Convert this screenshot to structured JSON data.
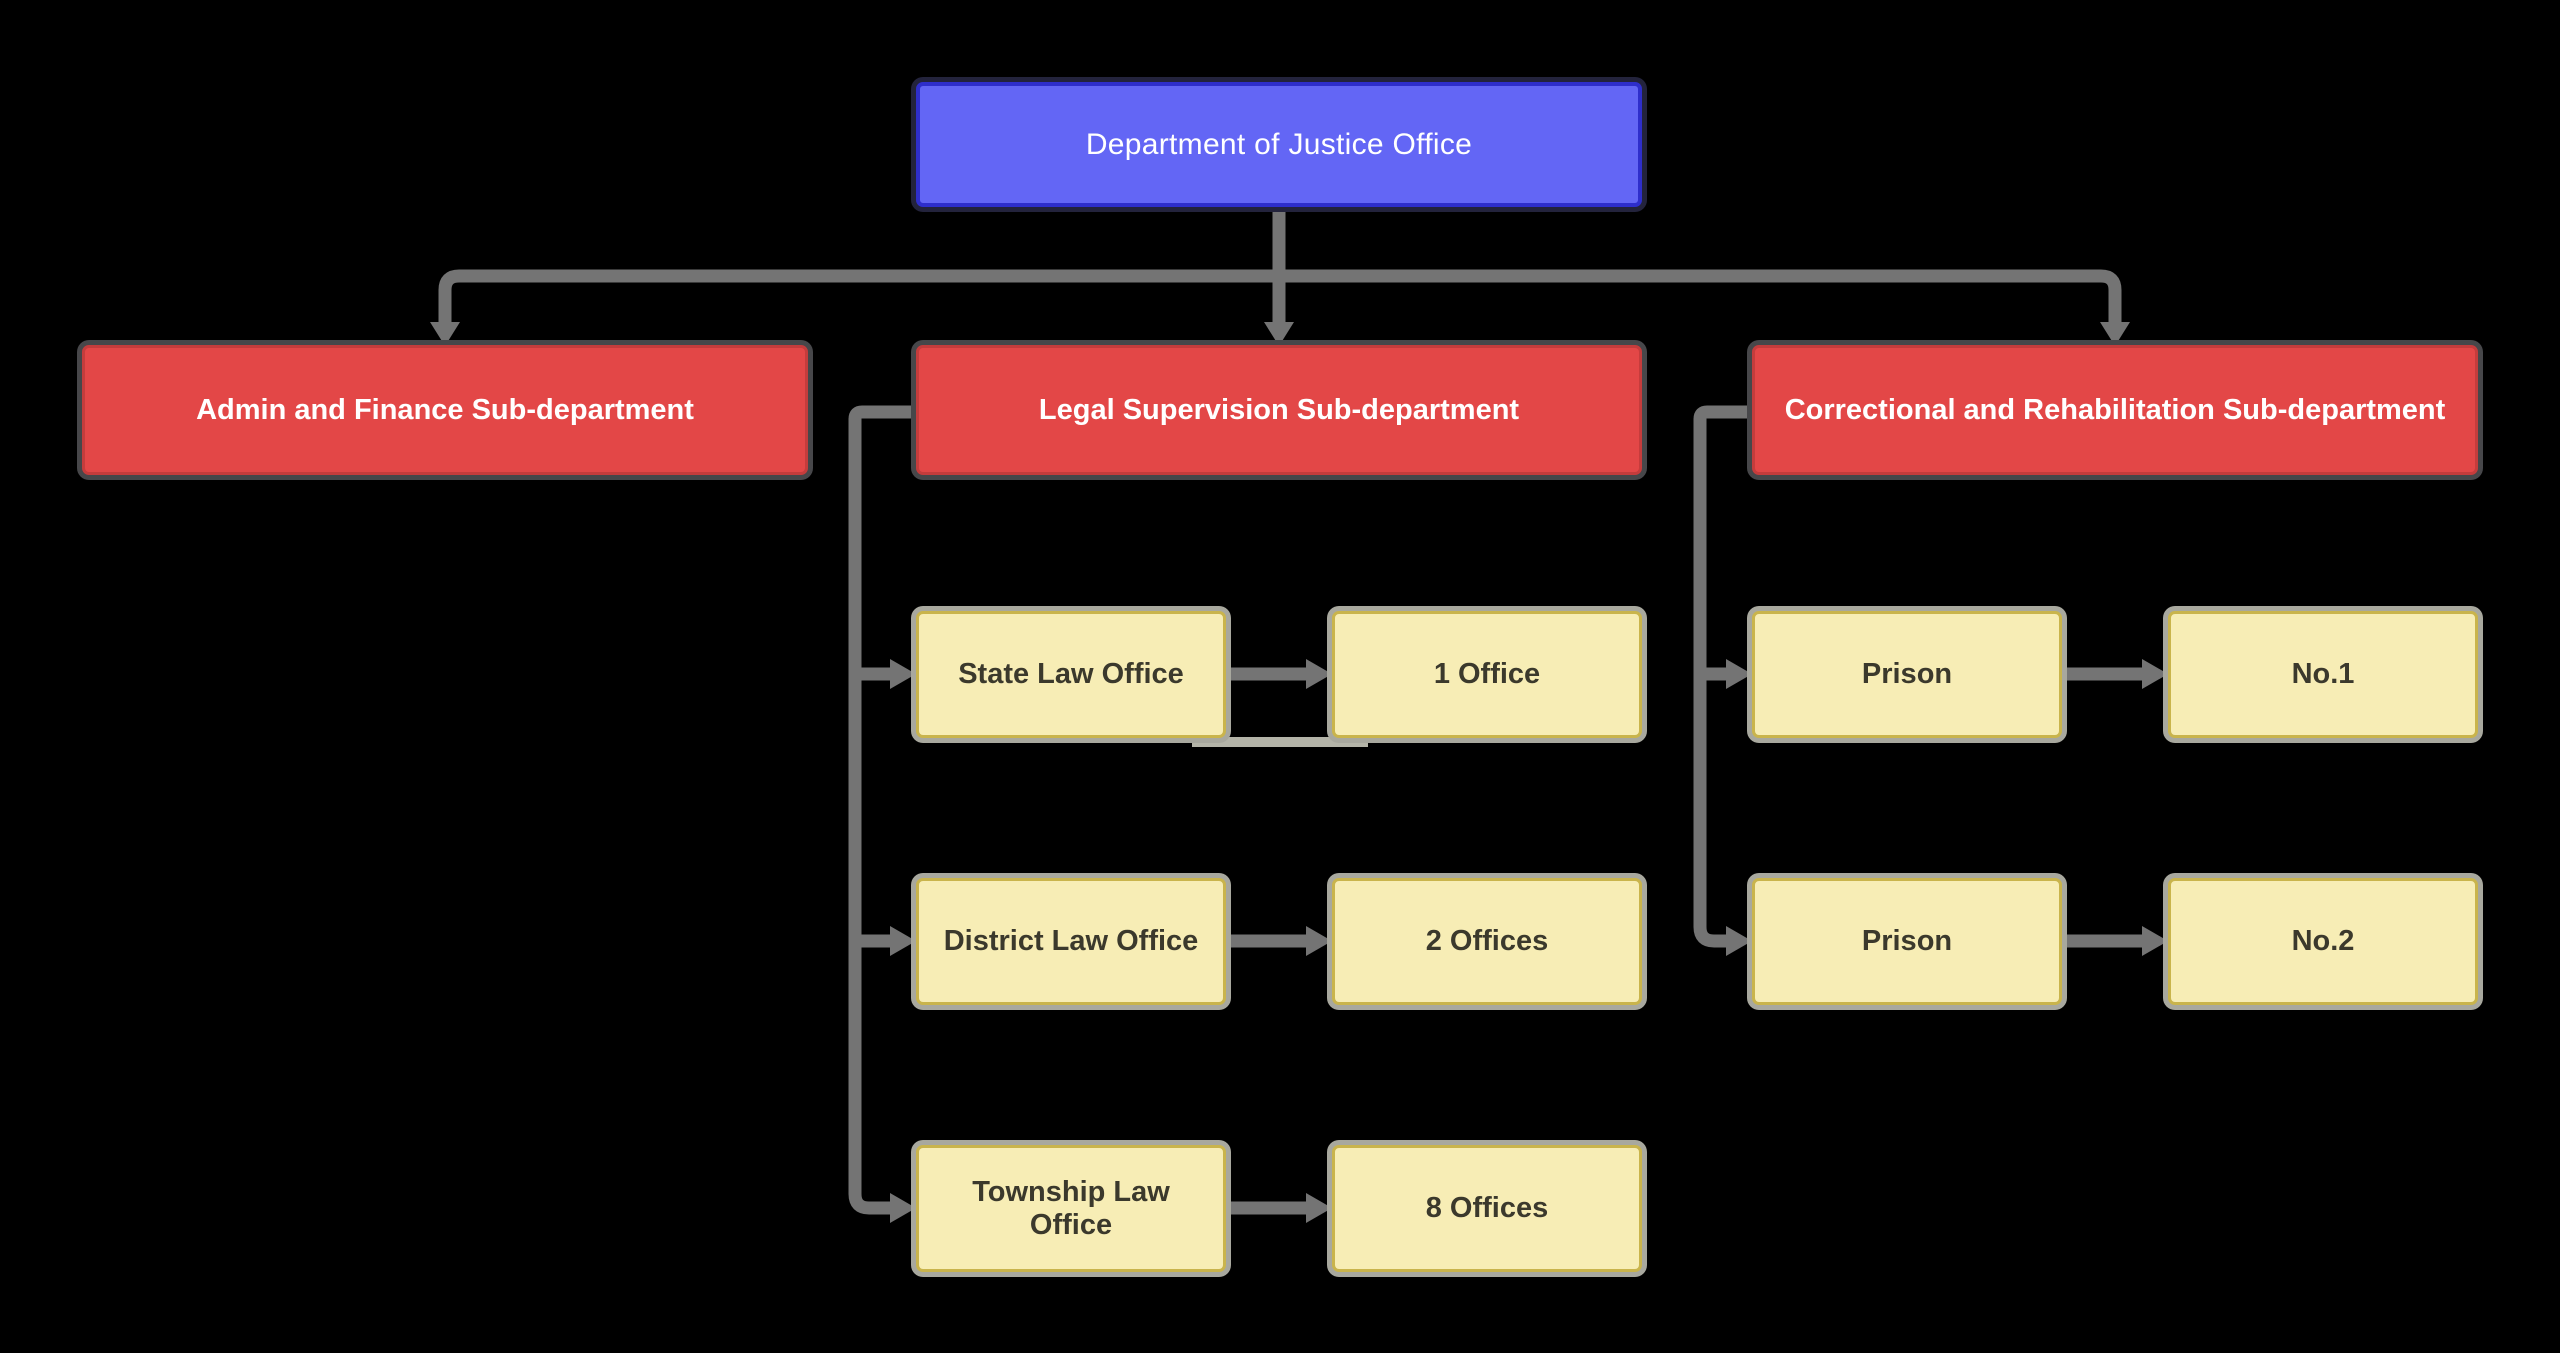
{
  "diagram": {
    "title": "Department of Justice organizational chart",
    "background_color": "#000000",
    "connector_color": "#747474",
    "root": {
      "label": "Department of Justice Office",
      "fill": "#6366f5",
      "border": "#2e2ecb",
      "text_color": "#ffffff"
    },
    "subdepartments": [
      {
        "label": "Admin and Finance Sub-department",
        "fill": "#e34747",
        "border": "#c53c3c",
        "text_color": "#ffffff",
        "children": []
      },
      {
        "label": "Legal Supervision Sub-department",
        "fill": "#e34747",
        "border": "#c53c3c",
        "text_color": "#ffffff",
        "children": [
          {
            "label": "State Law Office",
            "value": "1 Office"
          },
          {
            "label": "District Law Office",
            "value": "2 Offices"
          },
          {
            "label": "Township Law Office",
            "value": "8 Offices"
          }
        ]
      },
      {
        "label": "Correctional and Rehabilitation Sub-department",
        "fill": "#e34747",
        "border": "#c53c3c",
        "text_color": "#ffffff",
        "children": [
          {
            "label": "Prison",
            "value": "No.1"
          },
          {
            "label": "Prison",
            "value": "No.2"
          }
        ]
      }
    ],
    "child_node_style": {
      "fill": "#f7edb5",
      "border": "#c9b44c",
      "text_color": "#3b392c"
    },
    "edges": [
      {
        "from": "Department of Justice Office",
        "to": "Admin and Finance Sub-department"
      },
      {
        "from": "Department of Justice Office",
        "to": "Legal Supervision Sub-department"
      },
      {
        "from": "Department of Justice Office",
        "to": "Correctional and Rehabilitation Sub-department"
      },
      {
        "from": "Legal Supervision Sub-department",
        "to": "State Law Office"
      },
      {
        "from": "Legal Supervision Sub-department",
        "to": "District Law Office"
      },
      {
        "from": "Legal Supervision Sub-department",
        "to": "Township Law Office"
      },
      {
        "from": "State Law Office",
        "to": "1 Office"
      },
      {
        "from": "District Law Office",
        "to": "2 Offices"
      },
      {
        "from": "Township Law Office",
        "to": "8 Offices"
      },
      {
        "from": "Correctional and Rehabilitation Sub-department",
        "to": "Prison (row 1)"
      },
      {
        "from": "Correctional and Rehabilitation Sub-department",
        "to": "Prison (row 2)"
      },
      {
        "from": "Prison (row 1)",
        "to": "No.1"
      },
      {
        "from": "Prison (row 2)",
        "to": "No.2"
      }
    ]
  }
}
